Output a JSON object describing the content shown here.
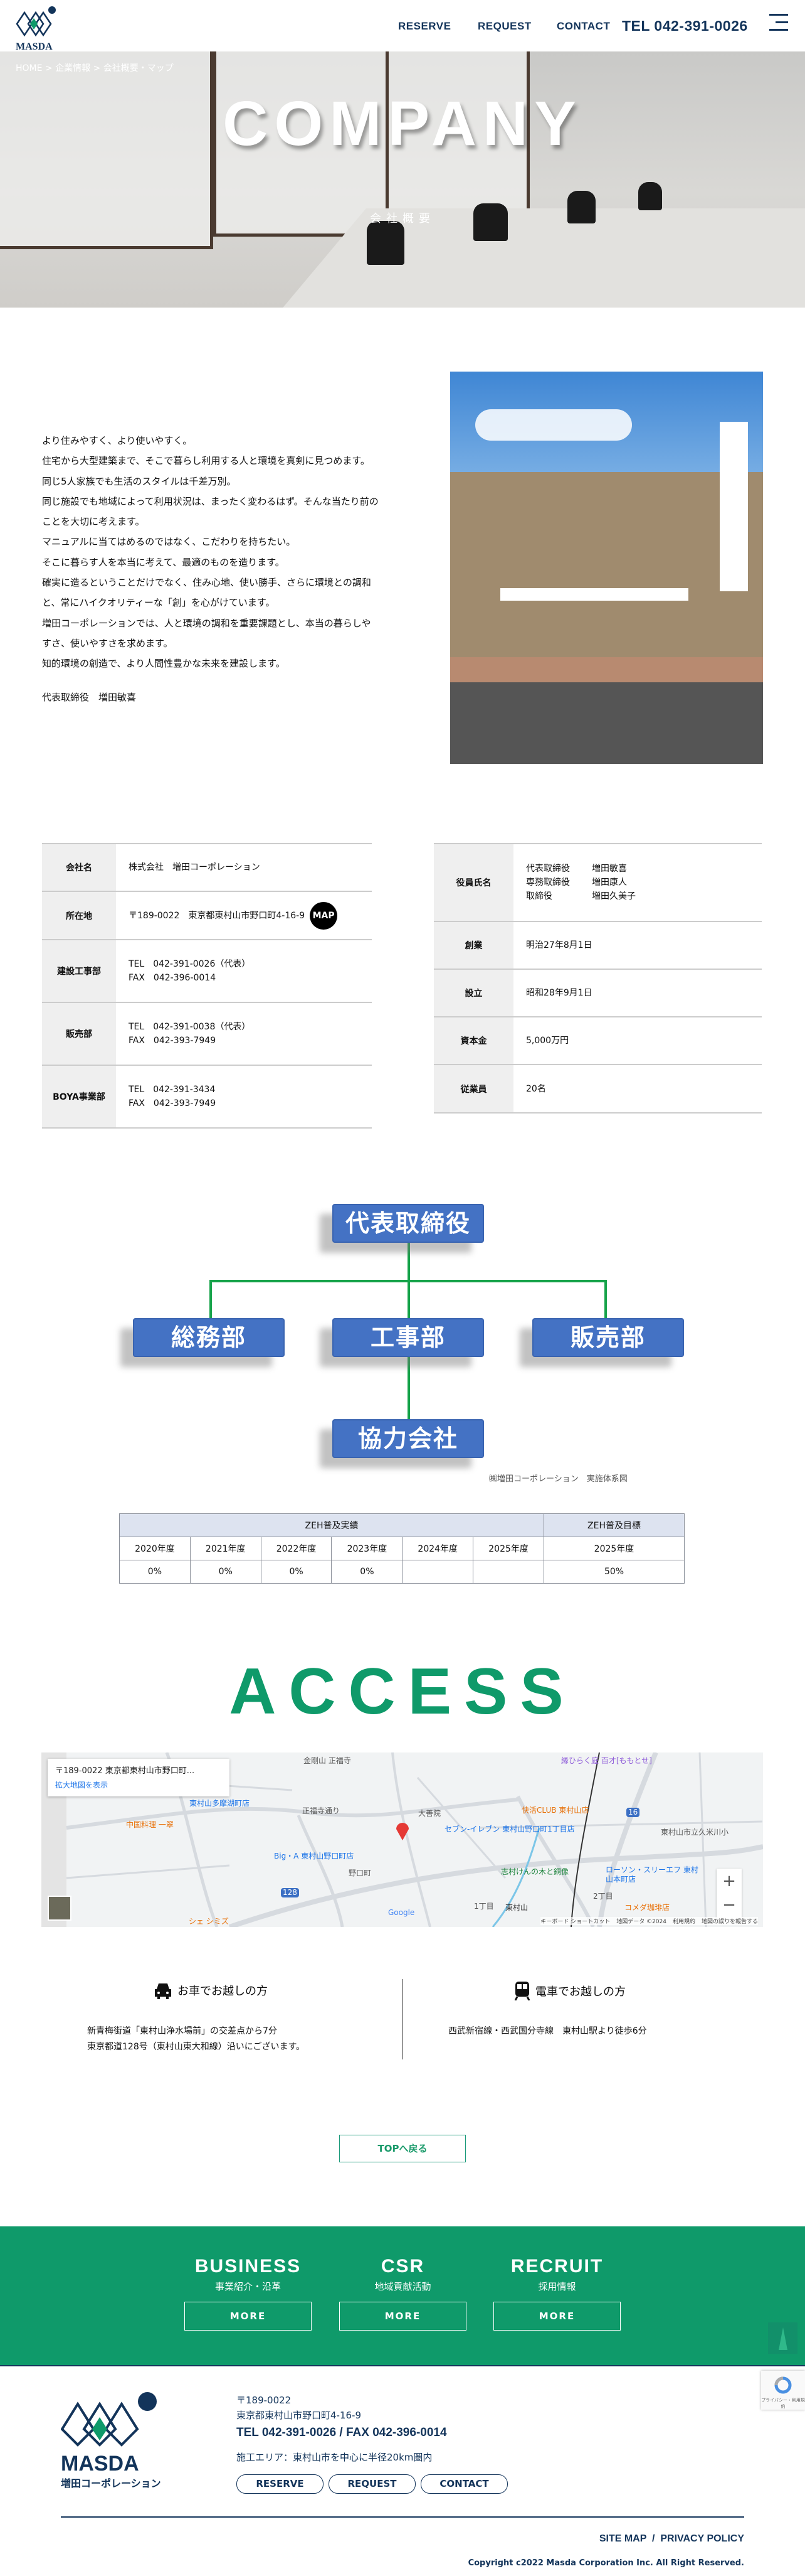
{
  "header": {
    "logo_text": "MASDA",
    "nav": [
      "RESERVE",
      "REQUEST",
      "CONTACT"
    ],
    "tel": "TEL 042-391-0026"
  },
  "hero": {
    "breadcrumb": "HOME > 企業情報 > 会社概要・マップ",
    "title": "COMPANY",
    "subtitle": "会社概要"
  },
  "intro": {
    "lines": [
      "より住みやすく、より使いやすく。",
      "住宅から大型建築まで、そこで暮らし利用する人と環境を真剣に見つめます。",
      "同じ5人家族でも生活のスタイルは千差万別。",
      "同じ施設でも地域によって利用状況は、まったく変わるはず。そんな当たり前の",
      "ことを大切に考えます。",
      "マニュアルに当てはめるのではなく、こだわりを持ちたい。",
      "そこに暮らす人を本当に考えて、最適のものを造ります。",
      "確実に造るということだけでなく、住み心地、使い勝手、さらに環境との調和",
      "と、常にハイクオリティーな「創」を心がけています。",
      "増田コーポレーションでは、人と環境の調和を重要課題とし、本当の暮らしや",
      "すさ、使いやすさを求めます。",
      "知的環境の創造で、より人間性豊かな未来を建設します。"
    ],
    "signature": "代表取締役　増田敏喜"
  },
  "company_table": [
    {
      "label": "会社名",
      "lines": [
        "株式会社　増田コーポレーション"
      ]
    },
    {
      "label": "所在地",
      "lines": [
        "〒189-0022　東京都東村山市野口町4-16-9"
      ],
      "button": "MAP"
    },
    {
      "label": "建設工事部",
      "lines": [
        "TEL　042-391-0026（代表）",
        "FAX　042-396-0014"
      ]
    },
    {
      "label": "販売部",
      "lines": [
        "TEL　042-391-0038（代表）",
        "FAX　042-393-7949"
      ]
    },
    {
      "label": "BOYA事業部",
      "lines": [
        "TEL　042-391-3434",
        "FAX　042-393-7949"
      ]
    }
  ],
  "officer_table": [
    {
      "label": "役員氏名",
      "officers": [
        [
          "代表取締役",
          "増田敏喜"
        ],
        [
          "専務取締役",
          "増田康人"
        ],
        [
          "取締役",
          "増田久美子"
        ]
      ]
    },
    {
      "label": "創業",
      "value": "明治27年8月1日"
    },
    {
      "label": "設立",
      "value": "昭和28年9月1日"
    },
    {
      "label": "資本金",
      "value": "5,000万円"
    },
    {
      "label": "従業員",
      "value": "20名"
    }
  ],
  "org_chart": {
    "top": "代表取締役",
    "departments": [
      "総務部",
      "工事部",
      "販売部"
    ],
    "sub": "協力会社",
    "caption": "㈱増田コーポレーション　実施体系図",
    "box_color": "#4472c4",
    "line_color": "#16a34a"
  },
  "zeh": {
    "actual_header": "ZEH普及実績",
    "target_header": "ZEH普及目標",
    "years": [
      "2020年度",
      "2021年度",
      "2022年度",
      "2023年度",
      "2024年度",
      "2025年度"
    ],
    "values": [
      "0%",
      "0%",
      "0%",
      "0%",
      "",
      ""
    ],
    "target_year": "2025年度",
    "target_value": "50%"
  },
  "access": {
    "title": "ACCESS",
    "map": {
      "address": "〒189-0022 東京都東村山市野口町...",
      "link": "拡大地図を表示",
      "labels": [
        "金剛山 正福寺",
        "東村山多摩湖町店",
        "中国料理 一翠",
        "正福寺通り",
        "大善院",
        "Big・A 東村山野口町店",
        "野口町",
        "セブン-イレブン 東村山野口町1丁目店",
        "縁ひらく庭 百才[ももとせ]",
        "快活CLUB 東村山店",
        "東村山市立久米川小",
        "志村けんの木と銅像",
        "ローソン・スリーエフ 東村山本町店",
        "2丁目",
        "1丁目",
        "東村山",
        "コメダ珈琲店",
        "シェ シミズ",
        "128",
        "16",
        "Google"
      ],
      "footer": [
        "キーボード ショートカット",
        "地図データ ©2024",
        "利用規約",
        "地図の誤りを報告する"
      ]
    },
    "car": {
      "title": "お車でお越しの方",
      "lines": [
        "新青梅街道「東村山浄水場前」の交差点から7分",
        "東京都道128号（東村山東大和線）沿いにございます。"
      ]
    },
    "train": {
      "title": "電車でお越しの方",
      "lines": [
        "西武新宿線・西武国分寺線　東村山駅より徒歩6分"
      ]
    },
    "top_button": "TOPへ戻る"
  },
  "band": {
    "items": [
      {
        "title": "BUSINESS",
        "sub": "事業紹介・沿革",
        "more": "MORE"
      },
      {
        "title": "CSR",
        "sub": "地域貢献活動",
        "more": "MORE"
      },
      {
        "title": "RECRUIT",
        "sub": "採用情報",
        "more": "MORE"
      }
    ],
    "color": "#0f9a6a"
  },
  "footer": {
    "logo_text": "MASDA",
    "logo_sub": "増田コーポレーション",
    "postal": "〒189-0022",
    "address": "東京都東村山市野口町4-16-9",
    "telfax": "TEL 042-391-0026 / FAX 042-396-0014",
    "area": "施工エリア：東村山市を中心に半径20km圏内",
    "buttons": [
      "RESERVE",
      "REQUEST",
      "CONTACT"
    ],
    "links": "SITE MAP  /  PRIVACY POLICY",
    "copyright": "Copyright c2022 Masda Corporation Inc. All Right Reserved.",
    "recaptcha": "プライバシー・利用規約"
  }
}
